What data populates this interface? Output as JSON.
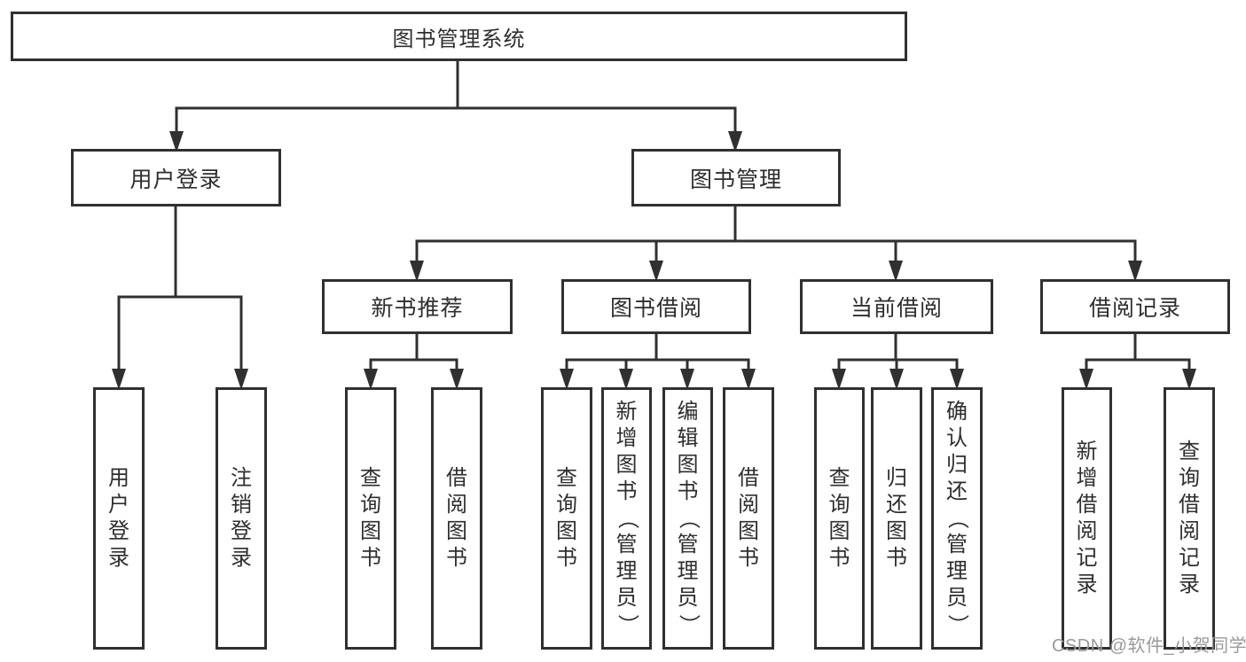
{
  "diagram": {
    "root": {
      "label": "图书管理系统"
    },
    "level2": [
      {
        "id": "user-login",
        "label": "用户登录"
      },
      {
        "id": "book-management",
        "label": "图书管理"
      }
    ],
    "level3": [
      {
        "id": "new-book-recommend",
        "label": "新书推荐"
      },
      {
        "id": "book-borrowing",
        "label": "图书借阅"
      },
      {
        "id": "current-borrowing",
        "label": "当前借阅"
      },
      {
        "id": "borrowing-records",
        "label": "借阅记录"
      }
    ],
    "leaves": {
      "user_login": [
        "用户登录",
        "注销登录"
      ],
      "new_book_recommend": [
        "查询图书",
        "借阅图书"
      ],
      "book_borrowing": [
        "查询图书",
        "新增图书（管理员）",
        "编辑图书（管理员）",
        "借阅图书"
      ],
      "current_borrowing": [
        "查询图书",
        "归还图书",
        "确认归还（管理员）"
      ],
      "borrowing_records": [
        "新增借阅记录",
        "查询借阅记录"
      ]
    }
  },
  "watermark": "CSDN @软件_小贺同学",
  "colors": {
    "line": "#303030",
    "box_border": "#303030",
    "text": "#2e2e2e",
    "watermark": "#9a9a9a",
    "background": "#ffffff"
  }
}
